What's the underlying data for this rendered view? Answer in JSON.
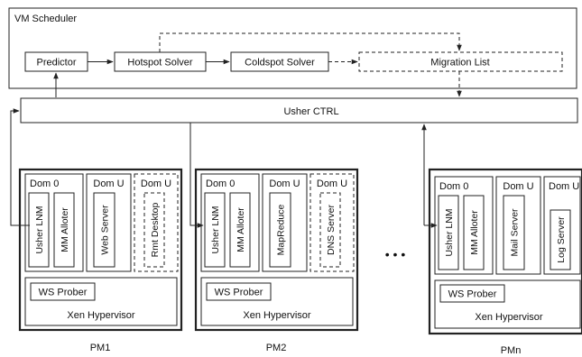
{
  "scheduler": {
    "title": "VM Scheduler",
    "predictor": "Predictor",
    "hotspot": "Hotspot Solver",
    "coldspot": "Coldspot Solver",
    "migration": "Migration List"
  },
  "ctrl": {
    "label": "Usher CTRL"
  },
  "pms": [
    {
      "label": "PM1",
      "dom0": "Dom 0",
      "lnm": "Usher LNM",
      "alloter": "MM Alloter",
      "domu1": {
        "title": "Dom U",
        "app": "Web Server"
      },
      "domu2": {
        "title": "Dom U",
        "app": "Rmt Desktop"
      },
      "prober": "WS Prober",
      "hypervisor": "Xen Hypervisor"
    },
    {
      "label": "PM2",
      "dom0": "Dom 0",
      "lnm": "Usher LNM",
      "alloter": "MM Alloter",
      "domu1": {
        "title": "Dom U",
        "app": "MapReduce"
      },
      "domu2": {
        "title": "Dom U",
        "app": "DNS Server"
      },
      "prober": "WS Prober",
      "hypervisor": "Xen Hypervisor"
    },
    {
      "label": "PMn",
      "dom0": "Dom 0",
      "lnm": "Usher LNM",
      "alloter": "MM Alloter",
      "domu1": {
        "title": "Dom U",
        "app": "Mail Server"
      },
      "domu2": {
        "title": "Dom U",
        "app": "Log Server"
      },
      "prober": "WS Prober",
      "hypervisor": "Xen Hypervisor"
    }
  ],
  "ellipsis": "• • •"
}
